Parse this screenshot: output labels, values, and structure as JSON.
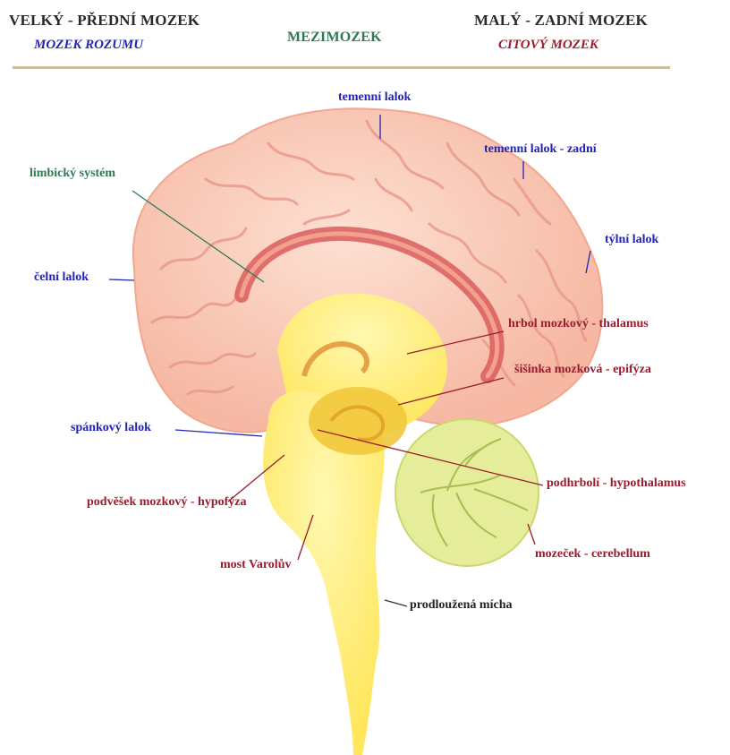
{
  "header": {
    "left_title": "VELKÝ  - PŘEDNÍ MOZEK",
    "left_subtitle": "MOZEK ROZUMU",
    "center_title": "MEZIMOZEK",
    "right_title": "MALÝ - ZADNÍ MOZEK",
    "right_subtitle": "CITOVÝ MOZEK"
  },
  "colors": {
    "cerebrum": "#f9c8b4",
    "gyri_lines": "#e89889",
    "limbic": "#d95d5d",
    "brainstem": "#fff07a",
    "thalamus": "#f2c83c",
    "cerebellum": "#e5ed9a",
    "blue_label": "#2323b4",
    "red_label": "#9b1c2e",
    "green_label": "#2f7a55"
  },
  "labels": {
    "temenni_lalok": "temenní lalok",
    "temenni_lalok_zadni": "temenní lalok - zadní",
    "limbicky_system": "limbický systém",
    "tylni_lalok": "týlní lalok",
    "celni_lalok": "čelní lalok",
    "thalamus": "hrbol mozkový - thalamus",
    "epifyza": "šišinka mozková - epifýza",
    "spankovy_lalok": "spánkový lalok",
    "hypothalamus": "podhrbolí  - hypothalamus",
    "hypofyza": "podvěšek mozkový - hypofýza",
    "cerebellum": "mozeček - cerebellum",
    "most_varoluv": "most Varolův",
    "prodlouzena_micha": "prodloužená mícha"
  }
}
